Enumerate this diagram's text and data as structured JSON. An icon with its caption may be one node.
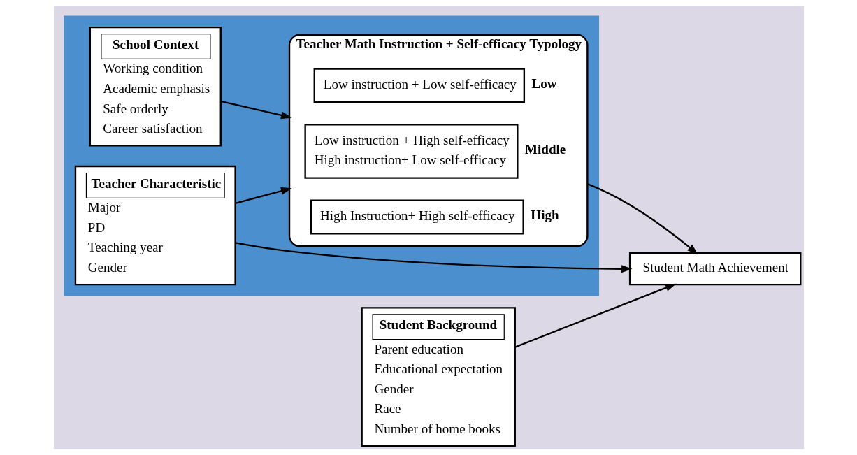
{
  "diagram": {
    "nodes": [
      {
        "text": [],
        "shape": "box"
      },
      {
        "text": [
          "School Context",
          "Working condition",
          "Academic emphasis",
          "Safe orderly",
          "Career satisfaction"
        ],
        "in": 0
      },
      {
        "text": [
          "Teacher Characteristic",
          "Major",
          "PD",
          "Teaching year",
          "Gender"
        ],
        "in": 0
      },
      {
        "text": [
          "Teacher Math Instruction + Self-efficacy Typology"
        ],
        "in": 0
      },
      {
        "text": [
          "Low instruction + Low self-efficacy"
        ],
        "beside": [
          "Low"
        ],
        "in": 3
      },
      {
        "text": [
          "Low instruction + High self-efficacy",
          "High instruction+ Low self-efficacy"
        ],
        "beside": [
          "Middle"
        ],
        "in": 3
      },
      {
        "text": [
          "High Instruction+ High self-efficacy"
        ],
        "beside": [
          "High"
        ],
        "in": 3
      },
      {
        "text": [
          "Student Background",
          "Parent education",
          "Educational expectation",
          "Gender",
          "Race",
          "Number of home books"
        ]
      },
      {
        "text": [
          "Student Math Achievement"
        ]
      }
    ],
    "edges": [
      {
        "from": 1,
        "to": 3,
        "arrow": "to"
      },
      {
        "from": 2,
        "to": 3,
        "arrow": "to"
      },
      {
        "from": 2,
        "to": 8,
        "arrow": "to"
      },
      {
        "from": 3,
        "to": 8,
        "arrow": "to"
      },
      {
        "from": 7,
        "to": 8,
        "arrow": "to"
      }
    ]
  }
}
